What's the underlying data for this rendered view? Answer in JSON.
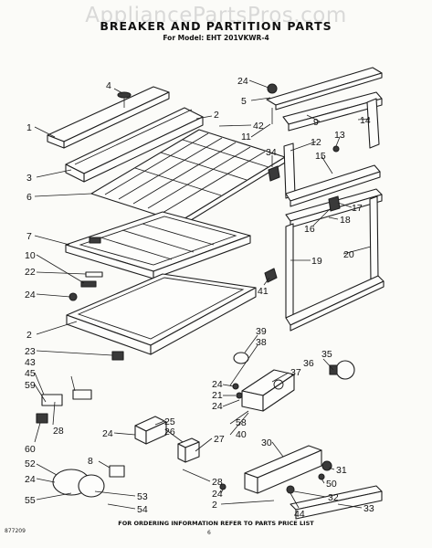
{
  "watermark": "AppliancePartsPros.com",
  "title": "BREAKER AND PARTITION PARTS",
  "subtitle": "For Model: EHT 201VKWR-4",
  "footer": "FOR ORDERING INFORMATION REFER TO PARTS PRICE LIST",
  "doc_number": "877209",
  "page_number": "6",
  "callouts": {
    "c1": "1",
    "c2": "2",
    "c2b": "2",
    "c2c": "2",
    "c3": "3",
    "c4": "4",
    "c5": "5",
    "c6": "6",
    "c7": "7",
    "c8": "8",
    "c9": "9",
    "c10": "10",
    "c11": "11",
    "c12": "12",
    "c13": "13",
    "c14": "14",
    "c15": "15",
    "c16": "16",
    "c17": "17",
    "c18": "18",
    "c19": "19",
    "c20": "20",
    "c21": "21",
    "c22": "22",
    "c23": "23",
    "c24a": "24",
    "c24b": "24",
    "c24c": "24",
    "c24d": "24",
    "c24e": "24",
    "c24f": "24",
    "c24g": "24",
    "c25": "25",
    "c26": "26",
    "c27": "27",
    "c28a": "28",
    "c28b": "28",
    "c30": "30",
    "c31": "31",
    "c32": "32",
    "c33": "33",
    "c34": "34",
    "c35": "35",
    "c36": "36",
    "c37": "37",
    "c38": "38",
    "c39": "39",
    "c40": "40",
    "c41": "41",
    "c42": "42",
    "c43": "43",
    "c44": "44",
    "c45": "45",
    "c50": "50",
    "c52": "52",
    "c53": "53",
    "c54": "54",
    "c55": "55",
    "c58": "58",
    "c59": "59",
    "c60": "60"
  }
}
